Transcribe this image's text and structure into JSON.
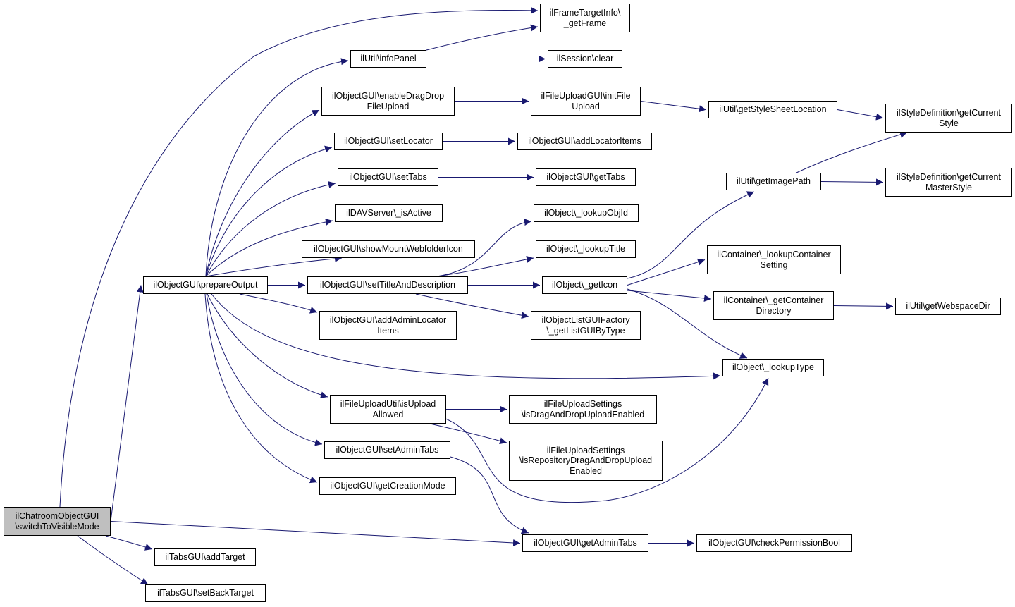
{
  "graph": {
    "edge_color": "#191970",
    "focus_fill": "#bfbfbf",
    "nodes": [
      {
        "id": "chatroom",
        "lines": [
          "ilChatroomObjectGUI",
          "\\switchToVisibleMode"
        ],
        "focus": true
      },
      {
        "id": "prepareOutput",
        "lines": [
          "ilObjectGUI\\prepareOutput"
        ]
      },
      {
        "id": "frameTarget",
        "lines": [
          "ilFrameTargetInfo\\",
          "_getFrame"
        ]
      },
      {
        "id": "infoPanel",
        "lines": [
          "ilUtil\\infoPanel"
        ]
      },
      {
        "id": "sessionClear",
        "lines": [
          "ilSession\\clear"
        ]
      },
      {
        "id": "enableDragDrop",
        "lines": [
          "ilObjectGUI\\enableDragDrop",
          "FileUpload"
        ]
      },
      {
        "id": "initFileUpload",
        "lines": [
          "ilFileUploadGUI\\initFile",
          "Upload"
        ]
      },
      {
        "id": "getStyleSheet",
        "lines": [
          "ilUtil\\getStyleSheetLocation"
        ]
      },
      {
        "id": "getCurrentStyle",
        "lines": [
          "ilStyleDefinition\\getCurrent",
          "Style"
        ]
      },
      {
        "id": "setLocator",
        "lines": [
          "ilObjectGUI\\setLocator"
        ]
      },
      {
        "id": "addLocatorItems",
        "lines": [
          "ilObjectGUI\\addLocatorItems"
        ]
      },
      {
        "id": "setTabs",
        "lines": [
          "ilObjectGUI\\setTabs"
        ]
      },
      {
        "id": "getTabs",
        "lines": [
          "ilObjectGUI\\getTabs"
        ]
      },
      {
        "id": "getImagePath",
        "lines": [
          "ilUtil\\getImagePath"
        ]
      },
      {
        "id": "getCurrentMasterStyle",
        "lines": [
          "ilStyleDefinition\\getCurrent",
          "MasterStyle"
        ]
      },
      {
        "id": "davIsActive",
        "lines": [
          "ilDAVServer\\_isActive"
        ]
      },
      {
        "id": "lookupObjId",
        "lines": [
          "ilObject\\_lookupObjId"
        ]
      },
      {
        "id": "showMount",
        "lines": [
          "ilObjectGUI\\showMountWebfolderIcon"
        ]
      },
      {
        "id": "lookupTitle",
        "lines": [
          "ilObject\\_lookupTitle"
        ]
      },
      {
        "id": "lookupContainerSetting",
        "lines": [
          "ilContainer\\_lookupContainer",
          "Setting"
        ]
      },
      {
        "id": "setTitleDesc",
        "lines": [
          "ilObjectGUI\\setTitleAndDescription"
        ]
      },
      {
        "id": "getIcon",
        "lines": [
          "ilObject\\_getIcon"
        ]
      },
      {
        "id": "getContainerDir",
        "lines": [
          "ilContainer\\_getContainer",
          "Directory"
        ]
      },
      {
        "id": "getWebspaceDir",
        "lines": [
          "ilUtil\\getWebspaceDir"
        ]
      },
      {
        "id": "addAdminLocator",
        "lines": [
          "ilObjectGUI\\addAdminLocator",
          "Items"
        ]
      },
      {
        "id": "listGUIFactory",
        "lines": [
          "ilObjectListGUIFactory",
          "\\_getListGUIByType"
        ]
      },
      {
        "id": "lookupType",
        "lines": [
          "ilObject\\_lookupType"
        ]
      },
      {
        "id": "isUploadAllowed",
        "lines": [
          "ilFileUploadUtil\\isUpload",
          "Allowed"
        ]
      },
      {
        "id": "isDragDropEnabled",
        "lines": [
          "ilFileUploadSettings",
          "\\isDragAndDropUploadEnabled"
        ]
      },
      {
        "id": "setAdminTabs",
        "lines": [
          "ilObjectGUI\\setAdminTabs"
        ]
      },
      {
        "id": "isRepoDragDrop",
        "lines": [
          "ilFileUploadSettings",
          "\\isRepositoryDragAndDropUpload",
          "Enabled"
        ]
      },
      {
        "id": "getCreationMode",
        "lines": [
          "ilObjectGUI\\getCreationMode"
        ]
      },
      {
        "id": "getAdminTabs",
        "lines": [
          "ilObjectGUI\\getAdminTabs"
        ]
      },
      {
        "id": "checkPermBool",
        "lines": [
          "ilObjectGUI\\checkPermissionBool"
        ]
      },
      {
        "id": "addTarget",
        "lines": [
          "ilTabsGUI\\addTarget"
        ]
      },
      {
        "id": "setBackTarget",
        "lines": [
          "ilTabsGUI\\setBackTarget"
        ]
      }
    ],
    "edges": [
      [
        "chatroom",
        "prepareOutput"
      ],
      [
        "chatroom",
        "frameTarget"
      ],
      [
        "chatroom",
        "getAdminTabs"
      ],
      [
        "chatroom",
        "addTarget"
      ],
      [
        "chatroom",
        "setBackTarget"
      ],
      [
        "prepareOutput",
        "infoPanel"
      ],
      [
        "prepareOutput",
        "enableDragDrop"
      ],
      [
        "prepareOutput",
        "setLocator"
      ],
      [
        "prepareOutput",
        "setTabs"
      ],
      [
        "prepareOutput",
        "davIsActive"
      ],
      [
        "prepareOutput",
        "showMount"
      ],
      [
        "prepareOutput",
        "setTitleDesc"
      ],
      [
        "prepareOutput",
        "addAdminLocator"
      ],
      [
        "prepareOutput",
        "lookupType"
      ],
      [
        "prepareOutput",
        "isUploadAllowed"
      ],
      [
        "prepareOutput",
        "setAdminTabs"
      ],
      [
        "prepareOutput",
        "getCreationMode"
      ],
      [
        "infoPanel",
        "frameTarget"
      ],
      [
        "infoPanel",
        "sessionClear"
      ],
      [
        "enableDragDrop",
        "initFileUpload"
      ],
      [
        "initFileUpload",
        "getStyleSheet"
      ],
      [
        "getStyleSheet",
        "getCurrentStyle"
      ],
      [
        "setLocator",
        "addLocatorItems"
      ],
      [
        "setTabs",
        "getTabs"
      ],
      [
        "setTitleDesc",
        "lookupObjId"
      ],
      [
        "setTitleDesc",
        "lookupTitle"
      ],
      [
        "setTitleDesc",
        "getIcon"
      ],
      [
        "setTitleDesc",
        "listGUIFactory"
      ],
      [
        "getIcon",
        "getImagePath"
      ],
      [
        "getIcon",
        "lookupContainerSetting"
      ],
      [
        "getIcon",
        "getContainerDir"
      ],
      [
        "getIcon",
        "lookupType"
      ],
      [
        "getImagePath",
        "getCurrentStyle"
      ],
      [
        "getImagePath",
        "getCurrentMasterStyle"
      ],
      [
        "getContainerDir",
        "getWebspaceDir"
      ],
      [
        "isUploadAllowed",
        "isDragDropEnabled"
      ],
      [
        "isUploadAllowed",
        "isRepoDragDrop"
      ],
      [
        "isUploadAllowed",
        "lookupType"
      ],
      [
        "setAdminTabs",
        "getAdminTabs"
      ],
      [
        "getAdminTabs",
        "checkPermBool"
      ]
    ]
  }
}
